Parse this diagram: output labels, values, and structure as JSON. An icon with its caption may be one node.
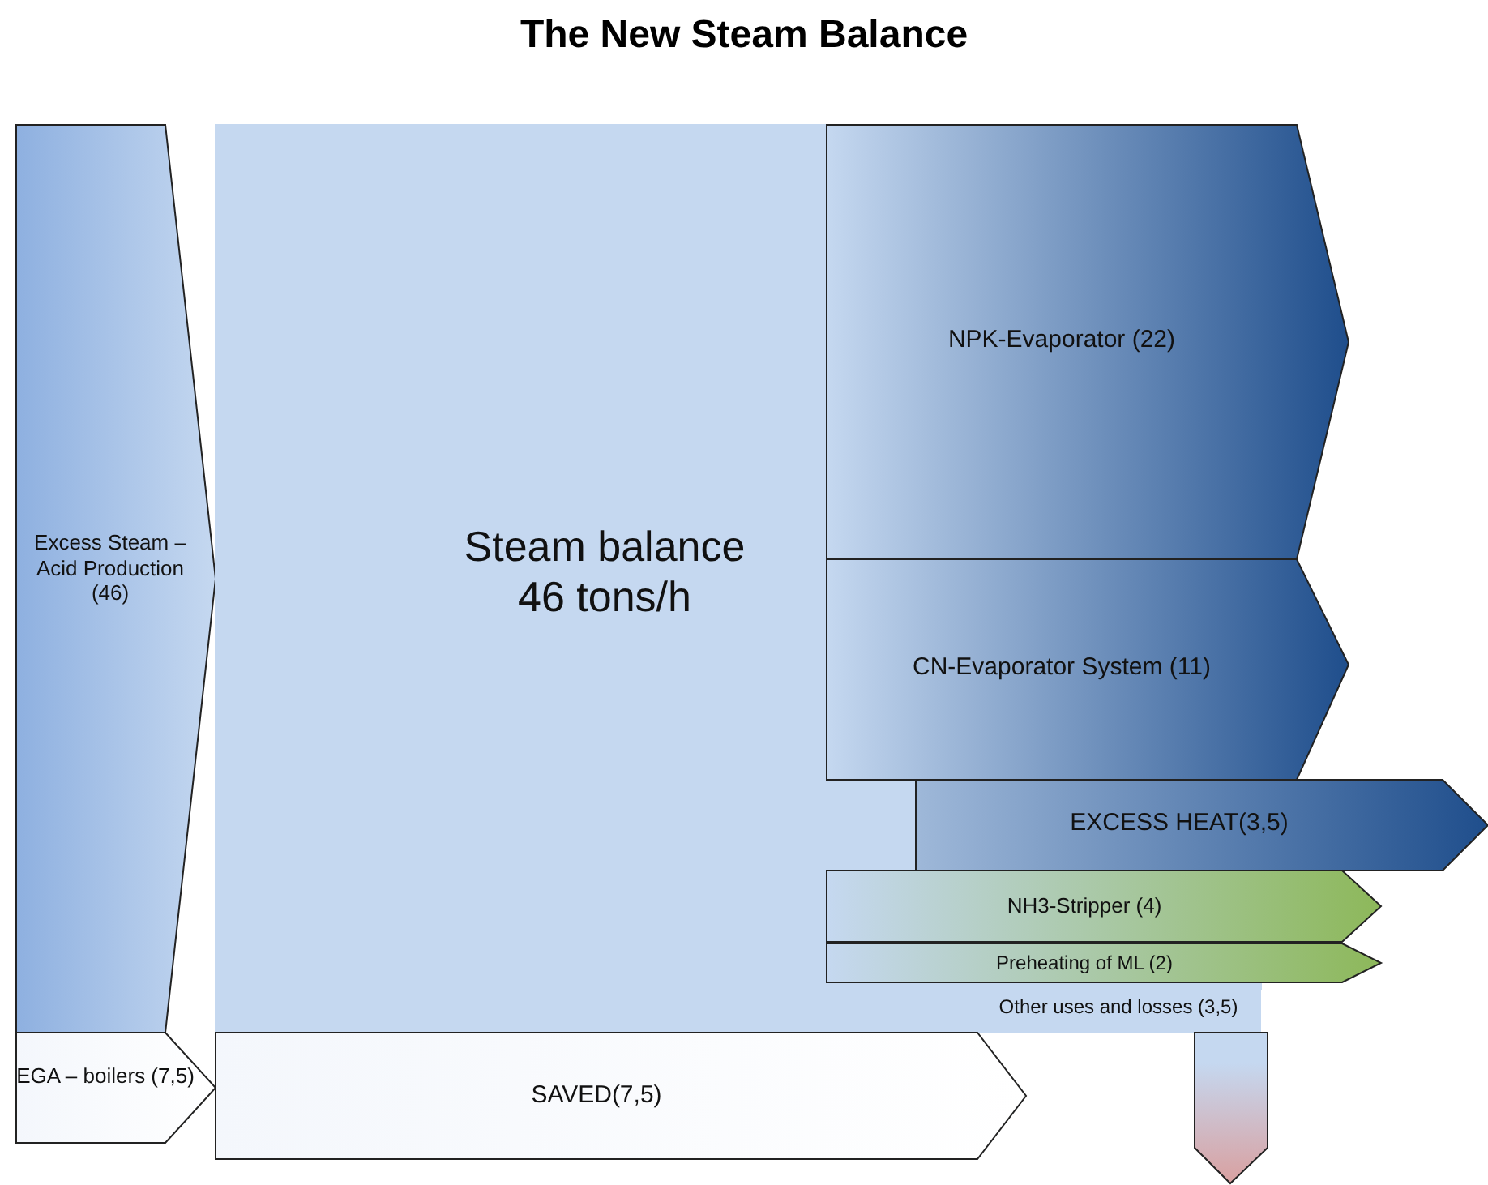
{
  "diagram": {
    "title": "The New Steam Balance",
    "nodes": [
      {
        "text": [
          "Excess Steam – Acid Production (46)"
        ]
      },
      {
        "text": [
          "Steam balance 46 tons/h"
        ]
      },
      {
        "text": [
          "NPK-Evaporator (22)"
        ]
      },
      {
        "text": [
          "CN-Evaporator System (11)"
        ]
      },
      {
        "text": [
          "EXCESS HEAT(3,5)"
        ]
      },
      {
        "text": [
          "NH3-Stripper (4)"
        ]
      },
      {
        "text": [
          "Preheating of ML (2)"
        ]
      },
      {
        "text": [
          "Other uses and losses (3,5)"
        ]
      },
      {
        "text": [
          "EGA – boilers (7,5)"
        ]
      },
      {
        "text": [
          "SAVED(7,5)"
        ]
      }
    ]
  }
}
